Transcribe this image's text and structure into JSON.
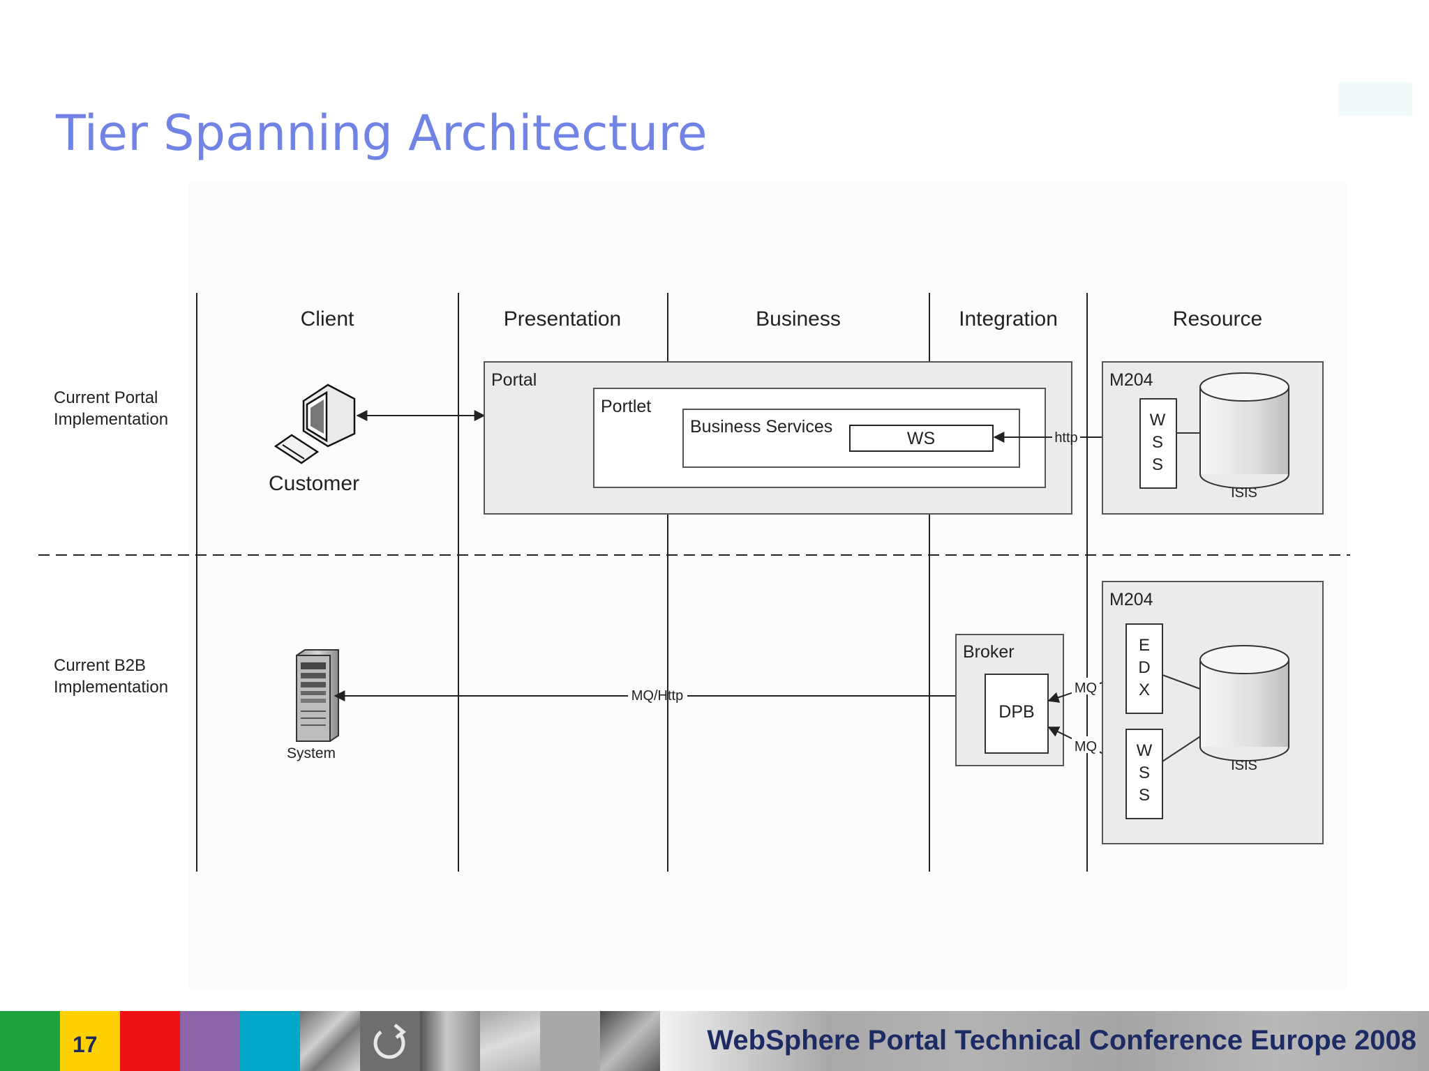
{
  "slide": {
    "title": "Tier Spanning Architecture",
    "page_number": "17",
    "footer_text": "WebSphere Portal Technical Conference Europe 2008"
  },
  "tiers": [
    "Client",
    "Presentation",
    "Business",
    "Integration",
    "Resource"
  ],
  "rows": {
    "portal_row_label_1": "Current Portal",
    "portal_row_label_2": "Implementation",
    "b2b_row_label_1": "Current B2B",
    "b2b_row_label_2": "Implementation"
  },
  "portal_row": {
    "customer": "Customer",
    "portal": "Portal",
    "portlet": "Portlet",
    "business_services": "Business Services",
    "ws": "WS",
    "http": "http",
    "m204": "M204",
    "wss": [
      "W",
      "S",
      "S"
    ],
    "isis": "ISIS"
  },
  "b2b_row": {
    "system": "System",
    "mq_http": "MQ/Http",
    "broker": "Broker",
    "dpb": "DPB",
    "mq_top": "MQ",
    "mq_bottom": "MQ",
    "m204": "M204",
    "edx": [
      "E",
      "D",
      "X"
    ],
    "wss": [
      "W",
      "S",
      "S"
    ],
    "isis": "ISIS"
  },
  "colors": {
    "title": "#7184e6",
    "footer_text": "#1c2b63",
    "box_fill": "#ebebeb",
    "footer_strips": [
      "#1ea43f",
      "#ffd100",
      "#ee1111",
      "#8d63a8",
      "#00a7c8"
    ]
  }
}
